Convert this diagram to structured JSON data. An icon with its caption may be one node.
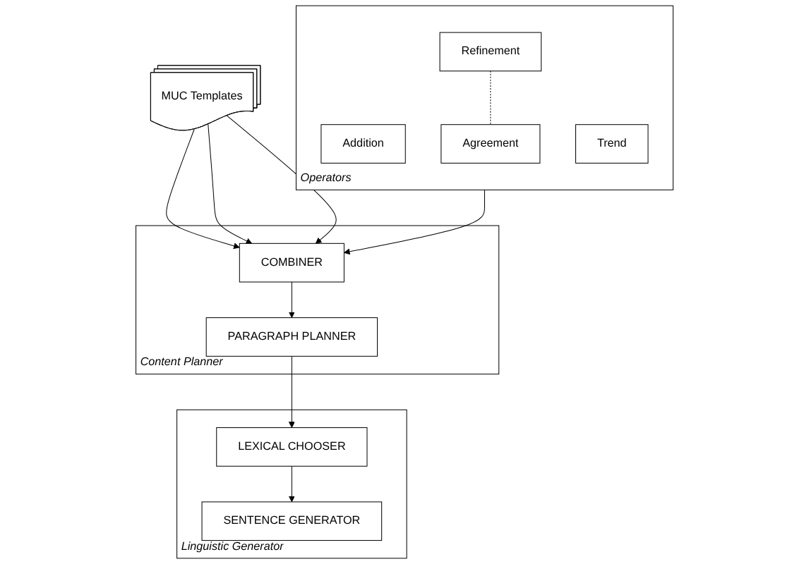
{
  "diagram": {
    "nodes": [
      {
        "text": [
          "MUC Templates"
        ]
      },
      {
        "text": [
          "Content Planner"
        ]
      },
      {
        "text": [
          "COMBINER"
        ],
        "in": 1
      },
      {
        "text": [
          "PARAGRAPH PLANNER"
        ],
        "in": 1
      },
      {
        "text": [
          "Operators"
        ]
      },
      {
        "text": [
          "Addition"
        ],
        "in": 4
      },
      {
        "text": [
          "Trend"
        ],
        "in": 4
      },
      {
        "text": [
          "Refinement"
        ],
        "in": 4
      },
      {
        "text": [
          "Agreement"
        ],
        "in": 4
      },
      {
        "text": [
          "Linguistic Generator"
        ]
      },
      {
        "text": [
          "LEXICAL CHOOSER"
        ],
        "in": 9
      },
      {
        "text": [
          "SENTENCE GENERATOR"
        ],
        "in": 9
      }
    ],
    "edges": [
      {
        "from": 0,
        "to": 2,
        "arrow": "to"
      },
      {
        "from": 0,
        "to": 2,
        "arrow": "to"
      },
      {
        "from": 0,
        "to": 2,
        "arrow": "to"
      },
      {
        "from": 4,
        "to": 2,
        "arrow": "to"
      },
      {
        "from": 7,
        "to": 8,
        "arrow": "none",
        "style": "dashed"
      },
      {
        "from": 2,
        "to": 3,
        "arrow": "to"
      },
      {
        "from": 3,
        "to": 10,
        "arrow": "to"
      },
      {
        "from": 10,
        "to": 11,
        "arrow": "to"
      }
    ]
  }
}
